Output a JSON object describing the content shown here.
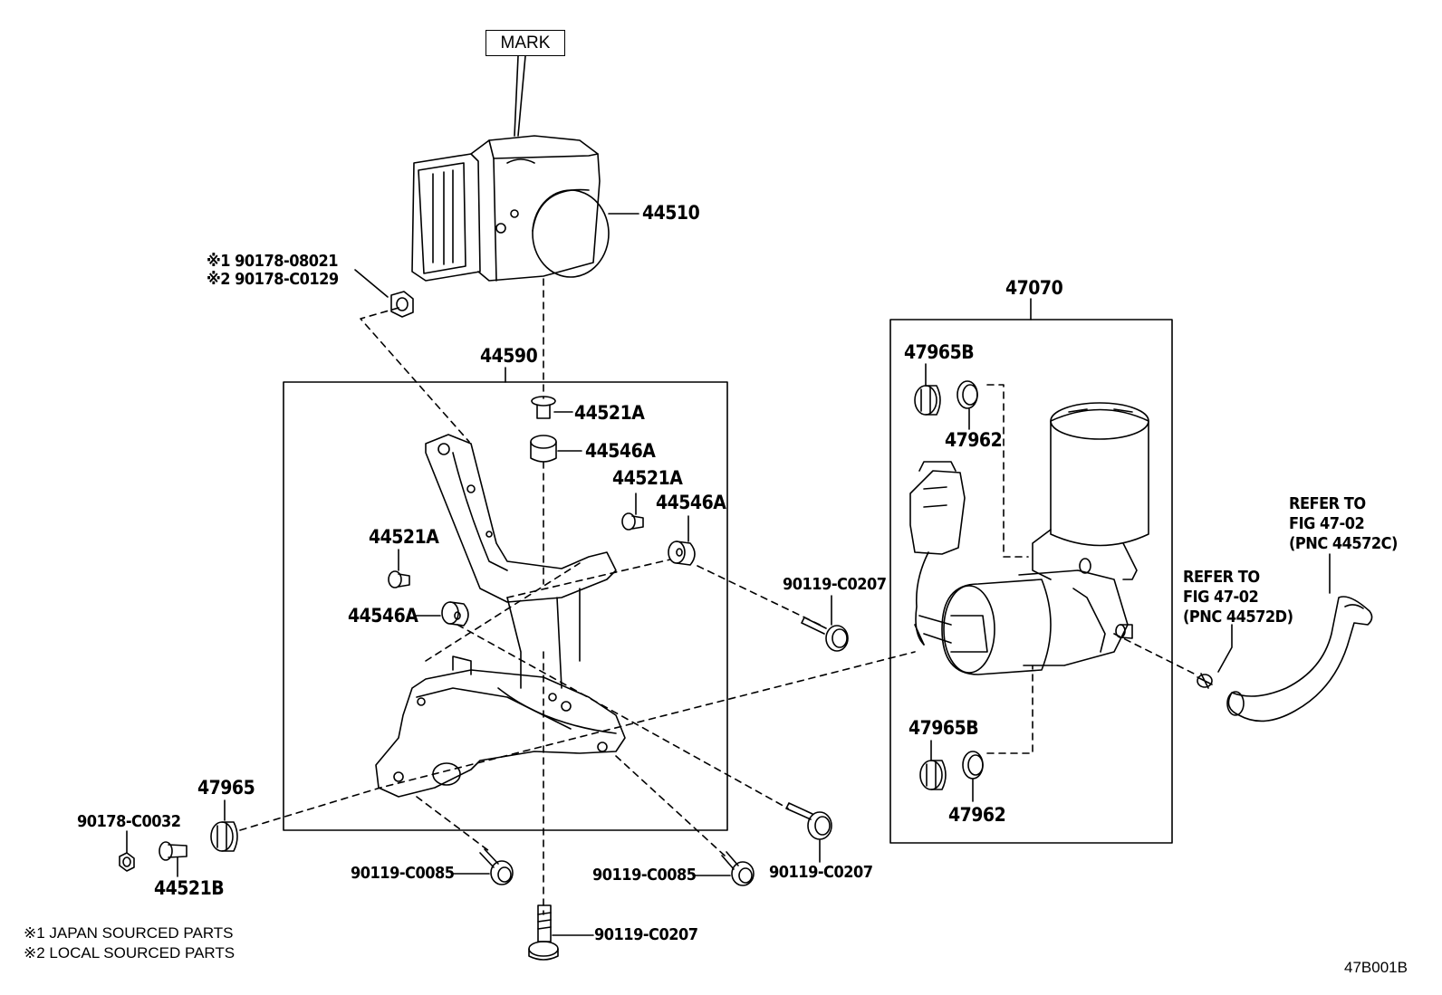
{
  "mark_label": "MARK",
  "parts": {
    "p44510": "44510",
    "p44590": "44590",
    "p47070": "47070",
    "p44521A_1": "44521A",
    "p44546A_1": "44546A",
    "p44521A_2": "44521A",
    "p44546A_2": "44546A",
    "p44521A_3": "44521A",
    "p44546A_3": "44546A",
    "p90119_C0207_1": "90119-C0207",
    "p90119_C0207_2": "90119-C0207",
    "p90119_C0207_3": "90119-C0207",
    "p90119_C0085_1": "90119-C0085",
    "p90119_C0085_2": "90119-C0085",
    "p47965": "47965",
    "p90178_C0032": "90178-C0032",
    "p44521B": "44521B",
    "p47965B_1": "47965B",
    "p47962_1": "47962",
    "p47965B_2": "47965B",
    "p47962_2": "47962"
  },
  "nut_labels": {
    "line1": "※1 90178-08021",
    "line2": "※2 90178-C0129"
  },
  "refer_1": {
    "line1": "REFER TO",
    "line2": "FIG 47-02",
    "line3": "(PNC 44572C)"
  },
  "refer_2": {
    "line1": "REFER TO",
    "line2": "FIG 47-02",
    "line3": "(PNC 44572D)"
  },
  "notes": {
    "line1": "※1 JAPAN SOURCED PARTS",
    "line2": "※2 LOCAL SOURCED PARTS"
  },
  "figure_code": "47B001B"
}
